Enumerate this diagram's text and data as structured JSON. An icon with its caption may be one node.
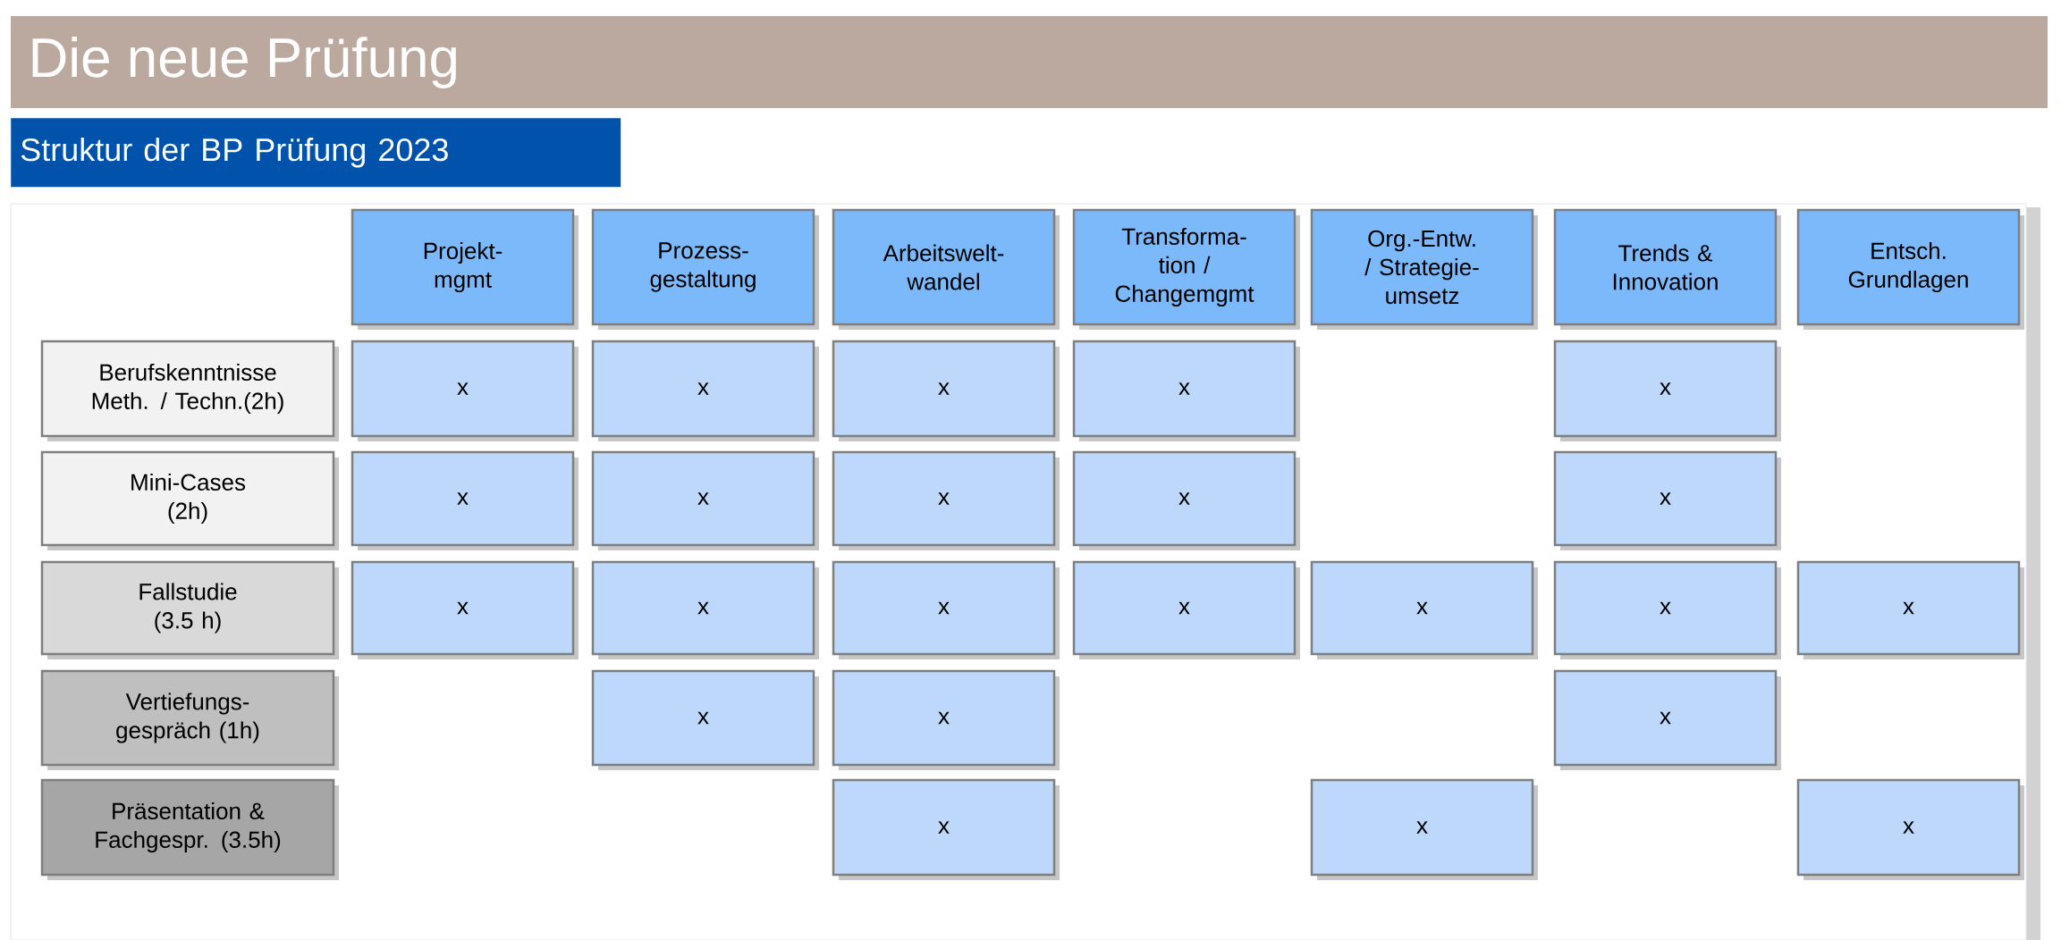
{
  "diagram": {
    "title": "Die neue Prüfung",
    "nodes": [
      {
        "text": [
          "Struktur der BP Prüfung 2023"
        ]
      },
      {
        "text": [
          "Projekt- mgmt"
        ]
      },
      {
        "text": [
          "Prozess- gestaltung"
        ]
      },
      {
        "text": [
          "Arbeitswelt- wandel"
        ]
      },
      {
        "text": [
          "Transforma- tion / Changemgmt"
        ]
      },
      {
        "text": [
          "Org.-Entw. / Strategie- umsetz"
        ]
      },
      {
        "text": [
          "Trends & Innovation"
        ]
      },
      {
        "text": [
          "Entsch. Grundlagen"
        ]
      },
      {
        "text": [
          "Berufskenntnisse Meth. / Techn.(2h)"
        ]
      },
      {
        "text": [
          "x"
        ]
      },
      {
        "text": [
          "x"
        ]
      },
      {
        "text": [
          "x"
        ]
      },
      {
        "text": [
          "x"
        ]
      },
      {
        "text": [
          "x"
        ]
      },
      {
        "text": [
          "Mini-Cases (2h)"
        ]
      },
      {
        "text": [
          "x"
        ]
      },
      {
        "text": [
          "x"
        ]
      },
      {
        "text": [
          "x"
        ]
      },
      {
        "text": [
          "x"
        ]
      },
      {
        "text": [
          "x"
        ]
      },
      {
        "text": [
          "Fallstudie (3.5 h)"
        ]
      },
      {
        "text": [
          "x"
        ]
      },
      {
        "text": [
          "x"
        ]
      },
      {
        "text": [
          "x"
        ]
      },
      {
        "text": [
          "x"
        ]
      },
      {
        "text": [
          "x"
        ]
      },
      {
        "text": [
          "x"
        ]
      },
      {
        "text": [
          "x"
        ]
      },
      {
        "text": [
          "Vertiefungs- gespräch (1h)"
        ]
      },
      {
        "text": [
          "x"
        ]
      },
      {
        "text": [
          "x"
        ]
      },
      {
        "text": [
          "x"
        ]
      },
      {
        "text": [
          "Präsentation & Fachgespr. (3.5h)"
        ]
      },
      {
        "text": [
          "x"
        ]
      },
      {
        "text": [
          "x"
        ]
      },
      {
        "text": [
          "x"
        ]
      }
    ]
  }
}
